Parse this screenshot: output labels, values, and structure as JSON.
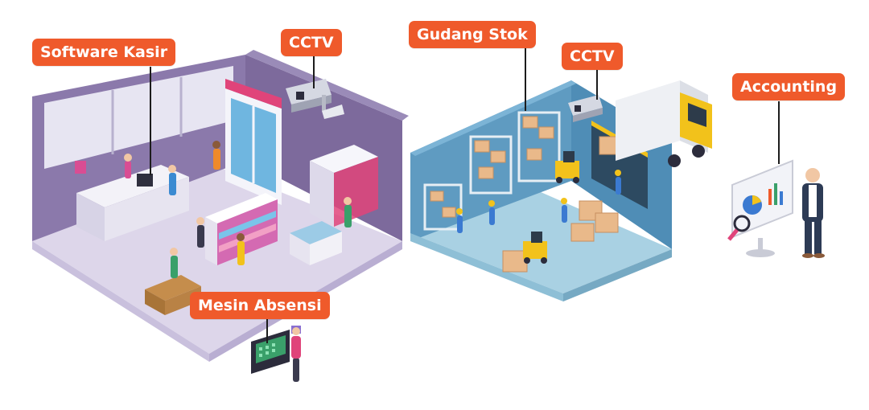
{
  "labels": {
    "software_kasir": "Software Kasir",
    "cctv_store": "CCTV",
    "gudang_stok": "Gudang Stok",
    "cctv_warehouse": "CCTV",
    "accounting": "Accounting",
    "mesin_absensi": "Mesin Absensi"
  },
  "colors": {
    "label_bg": "#ef5a2b",
    "store_wall": "#7d6a9c",
    "store_floor": "#ddd6ea",
    "warehouse_wall": "#5f9bc1",
    "warehouse_floor": "#a9d1e3",
    "truck": "#f2c21b"
  }
}
